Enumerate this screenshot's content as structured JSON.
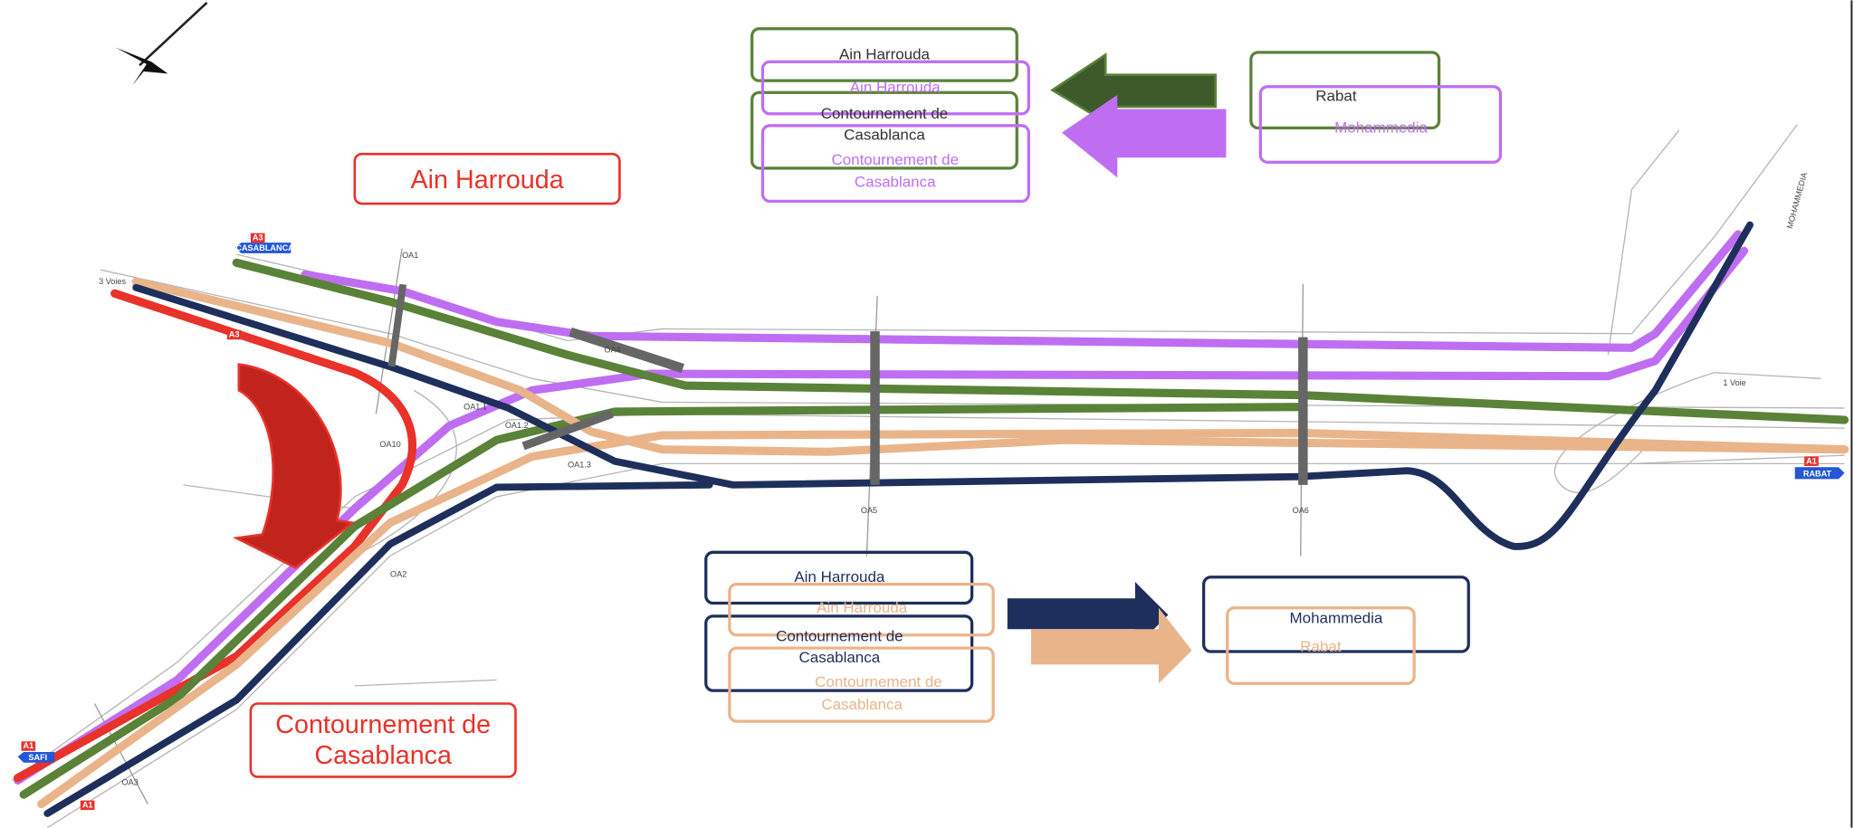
{
  "colors": {
    "red": "#e8322a",
    "green": "#5a8238",
    "dark_green": "#3e5a2a",
    "purple": "#bf6ef2",
    "navy": "#1f2f5c",
    "orange": "#eab48a"
  },
  "icons": {
    "compass": "north-arrow-icon",
    "turn_arrow": "curved-arrow-icon"
  },
  "labels": {
    "ain_harrouda_red": "Ain Harrouda",
    "contournement_red_1": "Contournement de",
    "contournement_red_2": "Casablanca"
  },
  "top_legend": {
    "green_from_1": "Ain Harrouda",
    "green_from_2a": "Contournement de",
    "green_from_2b": "Casablanca",
    "purple_from_1": "Ain Harrouda",
    "purple_from_2a": "Contournement de",
    "purple_from_2b": "Casablanca",
    "green_to": "Rabat",
    "purple_to": "Mohammedia"
  },
  "bottom_legend": {
    "navy_from_1": "Ain Harrouda",
    "navy_from_2a": "Contournement de",
    "navy_from_2b": "Casablanca",
    "orange_from_1": "Ain Harrouda",
    "orange_from_2a": "Contournement de",
    "orange_from_2b": "Casablanca",
    "navy_to": "Mohammedia",
    "orange_to": "Rabat"
  },
  "structures": [
    "OA1",
    "OA4",
    "OA1.1",
    "OA1.2",
    "OA1.3",
    "OA10",
    "OA2",
    "OA3",
    "OA5",
    "OA6"
  ],
  "lane_notes": {
    "three_lanes": "3 Voies",
    "one_lane": "1 Voie"
  },
  "signs": {
    "a3_casablanca_route": "A3",
    "a3_casablanca_dest": "CASABLANCA",
    "a3_route": "A3",
    "a1_rabat_route": "A1",
    "a1_rabat_dest": "RABAT",
    "a1_safi_route": "A1",
    "a1_safi_dest": "SAFI",
    "a1_route": "A1",
    "mohammedia": "MOHAMMEDIA"
  }
}
